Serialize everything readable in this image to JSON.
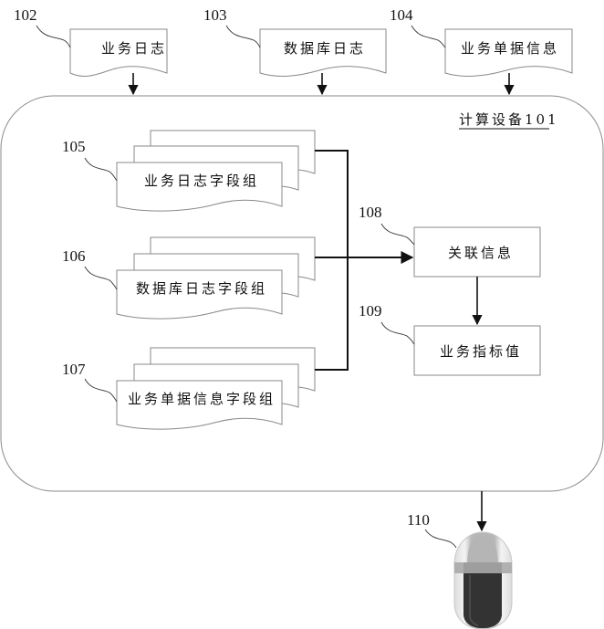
{
  "diagram": {
    "inputs": [
      {
        "ref": "102",
        "label": "业务日志"
      },
      {
        "ref": "103",
        "label": "数据库日志"
      },
      {
        "ref": "104",
        "label": "业务单据信息"
      }
    ],
    "device": {
      "label": "计算设备101"
    },
    "field_groups": [
      {
        "ref": "105",
        "label": "业务日志字段组"
      },
      {
        "ref": "106",
        "label": "数据库日志字段组"
      },
      {
        "ref": "107",
        "label": "业务单据信息字段组"
      }
    ],
    "association": {
      "ref": "108",
      "label": "关联信息"
    },
    "indicator": {
      "ref": "109",
      "label": "业务指标值"
    },
    "output_device": {
      "ref": "110",
      "icon": "mouse-icon"
    }
  }
}
